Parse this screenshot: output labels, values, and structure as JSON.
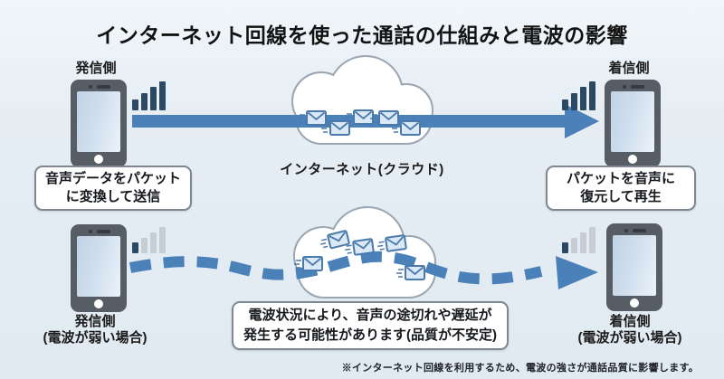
{
  "title": "インターネット回線を使った通話の仕組みと電波の影響",
  "top": {
    "sender_label": "発信側",
    "receiver_label": "着信側",
    "cloud_label": "インターネット(クラウド)",
    "sender_caption": [
      "音声データをパケット",
      "に変換して送信"
    ],
    "receiver_caption": [
      "パケットを音声に",
      "復元して再生"
    ]
  },
  "bottom": {
    "sender_label": "発信側",
    "sender_note": "(電波が弱い場合)",
    "receiver_label": "着信側",
    "receiver_note": "(電波が弱い場合)",
    "warning": [
      "電波状況により、音声の途切れや遅延が",
      "発生する可能性があります(品質が不安定)"
    ]
  },
  "footnote": "※インターネット回線を利用するため、電波の強さが通話品質に影響します。",
  "icons": {
    "phone": "smartphone-icon",
    "signal_strong": "signal-bars-strong-icon",
    "signal_weak": "signal-bars-weak-icon",
    "cloud": "cloud-icon",
    "envelope": "packet-envelope-icon",
    "arrow_solid": "solid-arrow-icon",
    "arrow_dashed": "dashed-arrow-icon"
  },
  "colors": {
    "background": "#e3ecf3",
    "arrow_blue": "#4a81b8",
    "signal_strong": "#2c4964",
    "signal_inactive": "#c7cdd4",
    "phone_body": "#575d65",
    "phone_screen": "#cfdeee",
    "cloud_stroke": "#9aa6b2",
    "envelope_fill": "#dbe8f5",
    "envelope_stroke": "#4a7aab",
    "box_border": "#7f8792",
    "text": "#1b1b1b"
  }
}
